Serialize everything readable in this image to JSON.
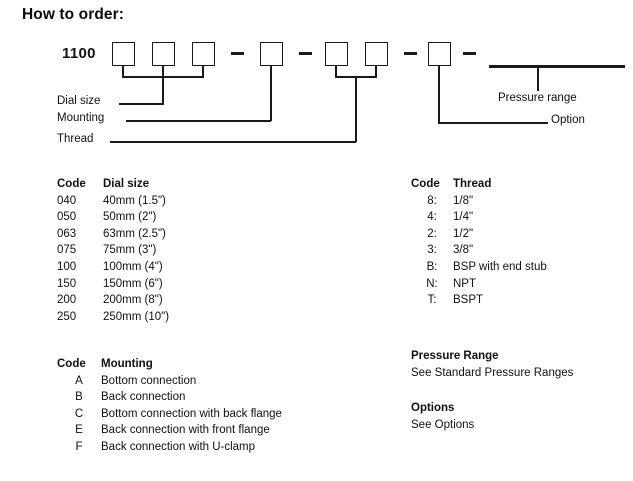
{
  "page": {
    "title": "How to order:"
  },
  "order_code": {
    "series": "1100",
    "separator": "—",
    "boxes": {
      "dial_size_count": 3,
      "mounting_count": 1,
      "thread_count": 2,
      "option_count": 1
    },
    "leaders": [
      {
        "name": "dial-size",
        "label": "Dial size"
      },
      {
        "name": "mounting",
        "label": "Mounting"
      },
      {
        "name": "thread",
        "label": "Thread"
      },
      {
        "name": "pressure-range",
        "label": "Pressure range"
      },
      {
        "name": "option",
        "label": "Option"
      }
    ]
  },
  "dial_size_table": {
    "headers": {
      "code": "Code",
      "desc": "Dial size"
    },
    "rows": [
      {
        "code": "040",
        "desc": "40mm (1.5\")"
      },
      {
        "code": "050",
        "desc": "50mm (2\")"
      },
      {
        "code": "063",
        "desc": "63mm (2.5\")"
      },
      {
        "code": "075",
        "desc": "75mm (3\")"
      },
      {
        "code": "100",
        "desc": "100mm (4\")"
      },
      {
        "code": "150",
        "desc": "150mm (6\")"
      },
      {
        "code": "200",
        "desc": "200mm (8\")"
      },
      {
        "code": "250",
        "desc": "250mm (10\")"
      }
    ]
  },
  "mounting_table": {
    "headers": {
      "code": "Code",
      "desc": "Mounting"
    },
    "rows": [
      {
        "code": "A",
        "desc": "Bottom connection"
      },
      {
        "code": "B",
        "desc": "Back connection"
      },
      {
        "code": "C",
        "desc": "Bottom connection with back flange"
      },
      {
        "code": "E",
        "desc": "Back connection with front flange"
      },
      {
        "code": "F",
        "desc": "Back connection with U-clamp"
      }
    ]
  },
  "thread_table": {
    "headers": {
      "code": "Code",
      "desc": "Thread"
    },
    "rows": [
      {
        "code": "8:",
        "desc": "1/8\""
      },
      {
        "code": "4:",
        "desc": "1/4\""
      },
      {
        "code": "2:",
        "desc": "1/2\""
      },
      {
        "code": "3:",
        "desc": "3/8\""
      },
      {
        "code": "B:",
        "desc": "BSP with end stub"
      },
      {
        "code": "N:",
        "desc": "NPT"
      },
      {
        "code": "T:",
        "desc": "BSPT"
      }
    ]
  },
  "pressure_range_note": {
    "title": "Pressure Range",
    "body": "See Standard Pressure Ranges"
  },
  "options_note": {
    "title": "Options",
    "body": "See Options"
  },
  "colors": {
    "ink": "#1a1a1a",
    "background": "#ffffff"
  }
}
